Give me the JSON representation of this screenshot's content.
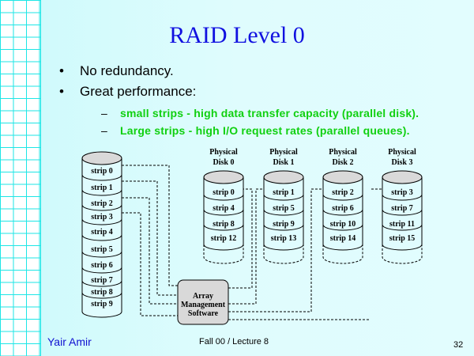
{
  "slide": {
    "title": "RAID Level 0",
    "bullets": [
      {
        "marker": "•",
        "text": "No redundancy."
      },
      {
        "marker": "•",
        "text": "Great performance:"
      }
    ],
    "sub_bullets": [
      {
        "marker": "–",
        "text": "small strips - high data transfer capacity (parallel disk)."
      },
      {
        "marker": "–",
        "text": "Large strips - high I/O request rates (parallel queues)."
      }
    ]
  },
  "diagram": {
    "logical_disk_strips": [
      "strip 0",
      "strip 1",
      "strip 2",
      "strip 3",
      "strip 4",
      "strip 5",
      "strip 6",
      "strip 7",
      "strip 8",
      "strip 9"
    ],
    "physical_disks": [
      {
        "label_line1": "Physical",
        "label_line2": "Disk 0",
        "strips": [
          "strip 0",
          "strip 4",
          "strip 8",
          "strip 12"
        ]
      },
      {
        "label_line1": "Physical",
        "label_line2": "Disk 1",
        "strips": [
          "strip 1",
          "strip 5",
          "strip 9",
          "strip 13"
        ]
      },
      {
        "label_line1": "Physical",
        "label_line2": "Disk 2",
        "strips": [
          "strip 2",
          "strip 6",
          "strip 10",
          "strip 14"
        ]
      },
      {
        "label_line1": "Physical",
        "label_line2": "Disk 3",
        "strips": [
          "strip 3",
          "strip 7",
          "strip 11",
          "strip 15"
        ]
      }
    ],
    "controller": {
      "line1": "Array",
      "line2": "Management",
      "line3": "Software"
    }
  },
  "footer": {
    "author": "Yair Amir",
    "course": "Fall 00 / Lecture 8",
    "page": "32"
  }
}
